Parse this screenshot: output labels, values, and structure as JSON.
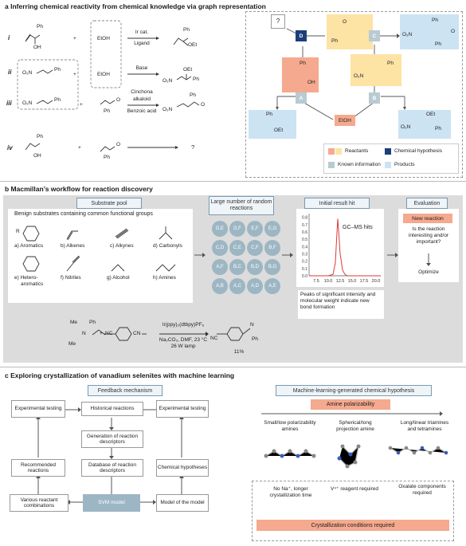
{
  "panel_a": {
    "title": "a  Inferring chemical reactivity from chemical knowledge via graph representation",
    "rows": [
      {
        "numeral": "i",
        "reagent": "EtOH",
        "conditions_top": "Ir cat.",
        "conditions_bottom": "Ligand"
      },
      {
        "numeral": "ii",
        "reagent": "EtOH",
        "conditions_top": "Base",
        "conditions_bottom": ""
      },
      {
        "numeral": "iii",
        "conditions_top": "Cinchona",
        "conditions_mid": "alkaloid",
        "conditions_bottom": "Benzoic acid"
      },
      {
        "numeral": "iv",
        "product": "?"
      }
    ],
    "labels": {
      "ph": "Ph",
      "oh": "OH",
      "oet": "OEt",
      "o2n": "O₂N",
      "o": "O",
      "plus": "+"
    },
    "graph": {
      "question": "?",
      "node_D": "D",
      "node_C": "C",
      "node_A": "A",
      "node_B": "B",
      "etoh": "EtOH"
    },
    "legend": [
      {
        "label": "Reactants",
        "colors": [
          "#f5a98e",
          "#fde3a4"
        ]
      },
      {
        "label": "Chemical hypothesis",
        "colors": [
          "#1c3f7a"
        ]
      },
      {
        "label": "Known information",
        "colors": [
          "#b8cbd2"
        ]
      },
      {
        "label": "Products",
        "colors": [
          "#cce3f3"
        ]
      }
    ]
  },
  "panel_b": {
    "title": "b  Macmillan’s workflow for reaction discovery",
    "substrate_pool": "Substrate pool",
    "benign": "Benign substrates containing common functional groups",
    "substrates": [
      "a) Aromatics",
      "b) Alkenes",
      "c) Alkynes",
      "d) Carbonyls",
      "e) Hetero-",
      "aromatics",
      "f) Nitriles",
      "g) Alcohol",
      "h) Amines"
    ],
    "large_number": "Large number of random reactions",
    "grid": [
      "D,E",
      "D,F",
      "E,F",
      "E,G",
      "C,D",
      "C,E",
      "C,F",
      "B,F",
      "A,F",
      "B,C",
      "B,D",
      "B,G",
      "A,B",
      "A,C",
      "A,D",
      "A,E"
    ],
    "initial_hit": "Initial result hit",
    "evaluation": "Evaluation",
    "gcms": "GC–MS hits",
    "peaks_text": "Peaks of significant intensity and molecular weight indicate new bond formation",
    "new_reaction": "New reaction",
    "question": "Is the reaction interesting and/or important?",
    "optimize": "Optimize",
    "reaction": {
      "cond1": "Ir(ppy)₂(dtbpy)PF₆",
      "cond2": "Na₂CO₃, DMF, 23 °C",
      "cond3": "26 W lamp",
      "yield": "11%",
      "nc": "NC",
      "cn": "CN",
      "n": "N",
      "ph": "Ph",
      "me": "Me"
    }
  },
  "chart_data": {
    "type": "line",
    "x_ticks": [
      "7.5",
      "10.0",
      "12.5",
      "15.0",
      "17.5",
      "20.0"
    ],
    "y_ticks": [
      "0.8",
      "0.7",
      "0.6",
      "0.5",
      "0.4",
      "0.3",
      "0.2",
      "0.1",
      "0.0"
    ],
    "xlim": [
      6.0,
      21.0
    ],
    "ylim": [
      0,
      0.85
    ],
    "x": [
      6.0,
      10.0,
      11.0,
      11.5,
      11.8,
      12.0,
      12.2,
      12.5,
      13.0,
      13.5,
      14.0,
      21.0
    ],
    "y": [
      0.0,
      0.0,
      0.02,
      0.18,
      0.55,
      0.78,
      0.6,
      0.3,
      0.08,
      0.02,
      0.0,
      0.0
    ],
    "line_color": "#d93a3a"
  },
  "panel_c": {
    "title": "c  Exploring crystallization of vanadium selenites with machine learning",
    "feedback": "Feedback mechanism",
    "exp_left": "Experimental testing",
    "exp_right": "Experimental testing",
    "historical": "Historical reactions",
    "generation": "Generation of reaction descriptors",
    "database": "Database of reaction descriptors",
    "recommended": "Recommended reactions",
    "chemical_hyp": "Chemical hypotheses",
    "various": "Various reactant combinations",
    "svm": "SVM model",
    "model_of_model": "Model of the model",
    "ml_title": "Machine-learning-generated chemical hypothesis",
    "amine_pol": "Amine polarizability",
    "small": "Small/low polarizability amines",
    "spherical": "Spherical/long projection amine",
    "long": "Long/linear triamines and tetramines",
    "no_na": "No Na⁺, longer crystallization time",
    "v4": "V⁴⁺ reagent required",
    "oxalate": "Oxalate components required",
    "cryst": "Crystallization conditions required"
  }
}
